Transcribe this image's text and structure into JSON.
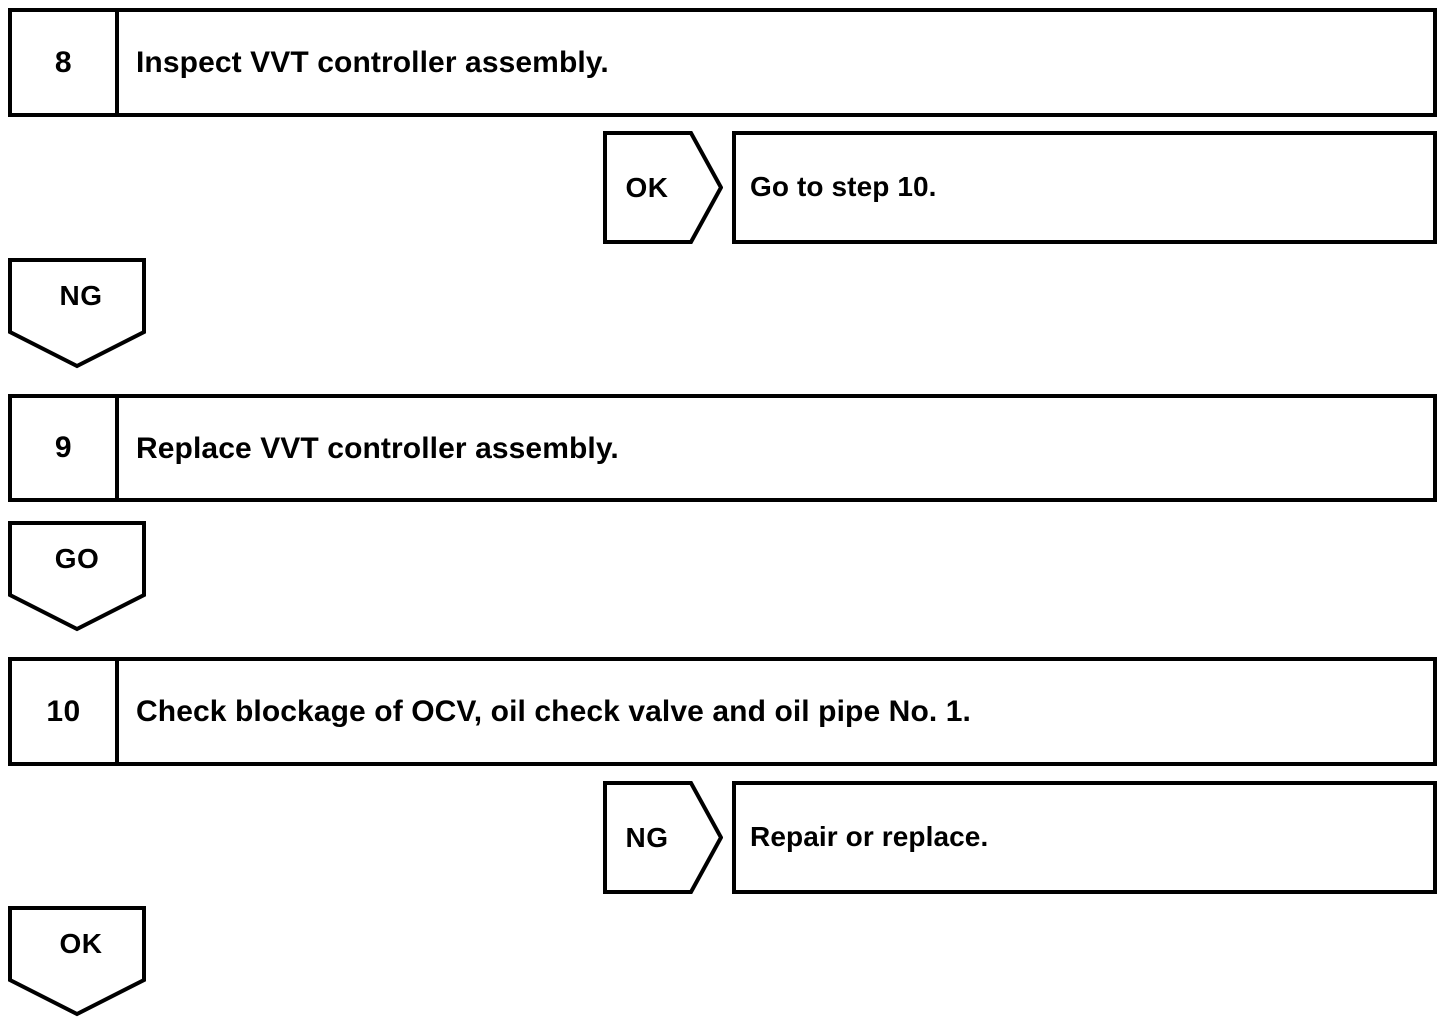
{
  "diagram": {
    "type": "troubleshooting-flowchart",
    "line_color": "#000000",
    "background_color": "#ffffff",
    "text_color": "#000000"
  },
  "steps": [
    {
      "number": "8",
      "text": "Inspect VVT controller assembly."
    },
    {
      "number": "9",
      "text": "Replace VVT controller assembly."
    },
    {
      "number": "10",
      "text": "Check blockage of OCV, oil check valve and oil pipe No. 1."
    }
  ],
  "branches": [
    {
      "label": "OK",
      "result": "Go to step 10."
    },
    {
      "label": "NG",
      "result": "Repair or replace."
    }
  ],
  "connectors": [
    {
      "label": "NG"
    },
    {
      "label": "GO"
    },
    {
      "label": "OK"
    }
  ]
}
